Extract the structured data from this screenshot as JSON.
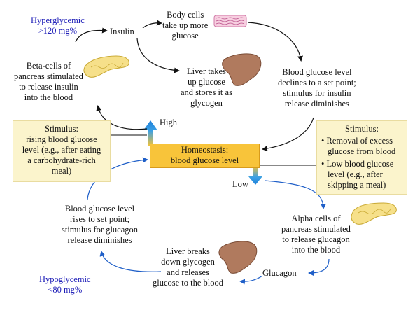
{
  "hyper": {
    "label": "Hyperglycemic",
    "value": ">120 mg%"
  },
  "hypo": {
    "label": "Hypoglycemic",
    "value": "<80 mg%"
  },
  "insulin_label": "Insulin",
  "glucagon_label": "Glucagon",
  "body_cells": [
    "Body cells",
    "take up more",
    "glucose"
  ],
  "liver_top": [
    "Liver takes",
    "up glucose",
    "and stores it as",
    "glycogen"
  ],
  "beta_cells": [
    "Beta-cells of",
    "pancreas stimulated",
    "to release insulin",
    "into the blood"
  ],
  "declines": [
    "Blood glucose level",
    "declines to a set point;",
    "stimulus for insulin",
    "release diminishes"
  ],
  "stim_left": {
    "title": "Stimulus:",
    "lines": [
      "rising blood glucose",
      "level (e.g., after eating",
      "a carbohydrate-rich",
      "meal)"
    ]
  },
  "stim_right": {
    "title": "Stimulus:",
    "b1": [
      "Removal of excess",
      "glucose from blood"
    ],
    "b2": [
      "Low blood glucose",
      "level (e.g., after",
      "skipping a meal)"
    ]
  },
  "homeostasis": [
    "Homeostasis:",
    "blood glucose level"
  ],
  "high": "High",
  "low": "Low",
  "rises": [
    "Blood glucose level",
    "rises to set point;",
    "stimulus for glucagon",
    "release diminishes"
  ],
  "alpha_cells": [
    "Alpha cells of",
    "pancreas stimulated",
    "to release glucagon",
    "into the blood"
  ],
  "liver_bottom": [
    "Liver breaks",
    "down glycogen",
    "and releases",
    "glucose to the blood"
  ],
  "colors": {
    "homeostasis": "#f8c43a",
    "stimulus_box": "#fbf4cc",
    "arrow_blue": "#1f5fc8",
    "arrow_black": "#111111",
    "liver": "#b07a5e",
    "pancreas": "#f6e08a"
  }
}
